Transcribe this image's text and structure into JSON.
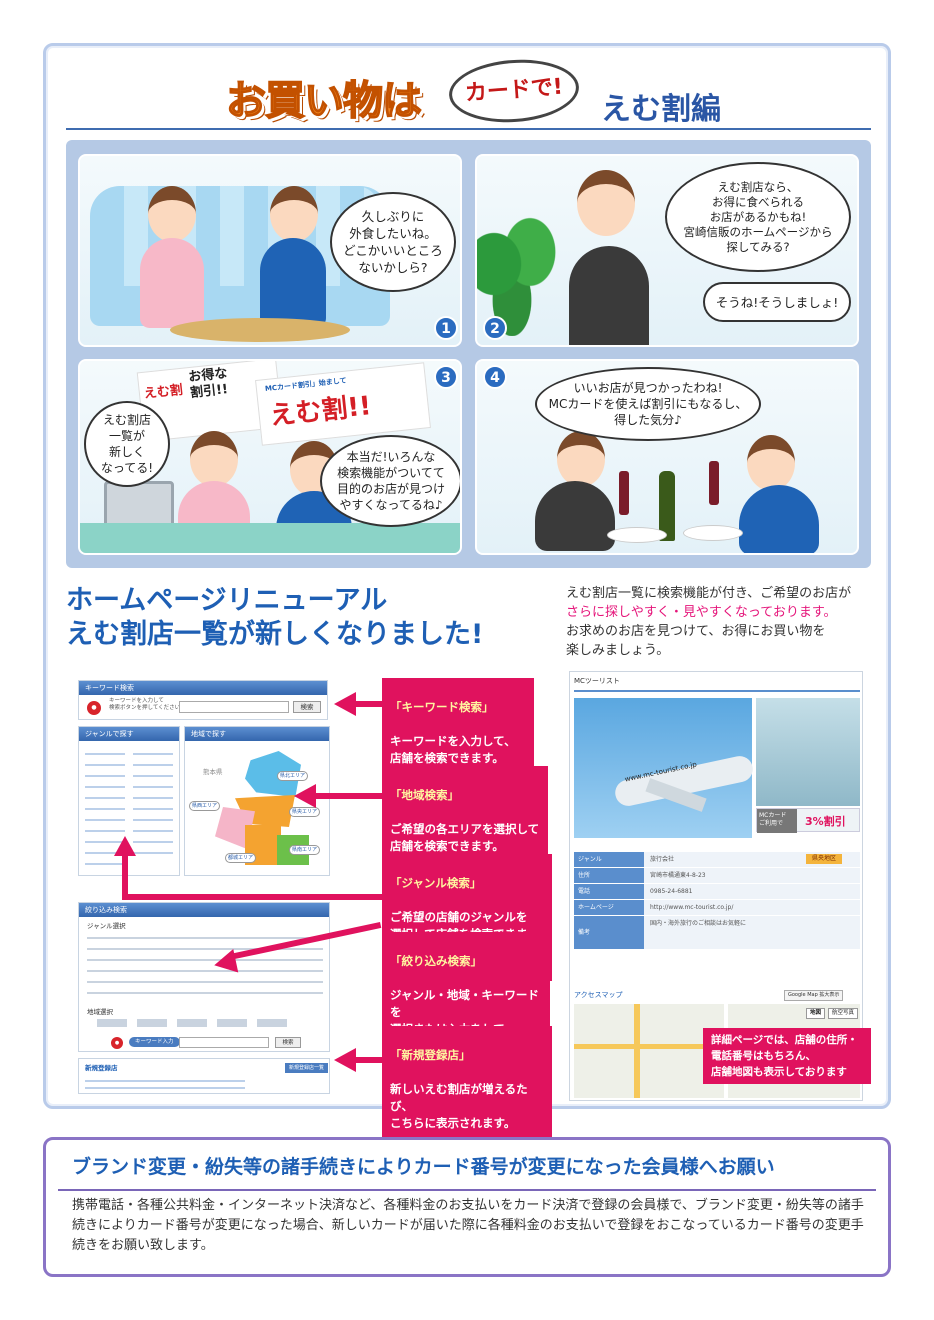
{
  "header": {
    "title_main": "お買い物は",
    "title_bubble": "カードで!",
    "title_sub": "えむ割編"
  },
  "comic": {
    "panel_numbers": [
      "1",
      "2",
      "3",
      "4"
    ],
    "bubbles": {
      "p1": "久しぶりに\n外食したいね。\nどこかいいところ\nないかしら?",
      "p2a": "えむ割店なら、\nお得に食べられる\nお店があるかもね!\n宮崎信販のホームページから\n探してみる?",
      "p2b": "そうね!そうしましょ!",
      "p3a": "えむ割店\n一覧が\n新しく\nなってる!",
      "p3b": "本当だ!いろんな\n検索機能がついてて\n目的のお店が見つけ\nやすくなってるね♪",
      "p4": "いいお店が見つかったわね!\nMCカードを使えば割引にもなるし、\n得した気分♪"
    },
    "poster": {
      "badge": "えむ割",
      "headline": "お得な\n割引!!",
      "caption": "MCカード割引」始まして",
      "main": "えむ割!!"
    }
  },
  "renewal": {
    "title_line1": "ホームページリニューアル",
    "title_line2": "えむ割店一覧が新しくなりました!",
    "desc_line1": "えむ割店一覧に検索機能が付き、ご希望のお店が",
    "desc_highlight": "さらに探しやすく・見やすくなっております。",
    "desc_line3": "お求めのお店を見つけて、お得にお買い物を",
    "desc_line4": "楽しみましょう。"
  },
  "screenshot": {
    "keyword_bar": "キーワード検索",
    "keyword_hint": "キーワードを入力して\n検索ボタンを押してください",
    "search_button": "検索",
    "genre_bar": "ジャンルで探す",
    "area_bar": "地域で探す",
    "filter_bar": "絞り込み検索",
    "genre_select_label": "ジャンル選択",
    "area_select_label": "地域選択",
    "keyword_input_label": "キーワード入力",
    "new_shop_bar": "新規登録店",
    "new_shop_button": "新規登録店一覧",
    "map_label_a": "県北エリア",
    "map_label_b": "県央エリア",
    "map_label_c": "県南エリア",
    "map_label_d": "県西エリア",
    "map_label_e": "都城エリア",
    "map_neighbor": "熊本県"
  },
  "callouts": {
    "keyword": {
      "head": "「キーワード検索」",
      "body": "キーワードを入力して、\n店舗を検索できます。"
    },
    "area": {
      "head": "「地域検索」",
      "body": "ご希望の各エリアを選択して\n店舗を検索できます。"
    },
    "genre": {
      "head": "「ジャンル検索」",
      "body": "ご希望の店舗のジャンルを\n選択して店舗を検索できます。"
    },
    "filter": {
      "head": "「絞り込み検索」",
      "body": "ジャンル・地域・キーワードを\n選択または入力をして\n絞り込んで店舗を検索できます。"
    },
    "newshop": {
      "head": "「新規登録店」",
      "body": "新しいえむ割店が増えるたび、\nこちらに表示されます。"
    },
    "detail": "詳細ページでは、店舗の住所・\n電話番号はもちろん、\n店舗地図も表示しております"
  },
  "detail": {
    "shop_name": "MCツーリスト",
    "plane_text": "www.mc-tourist.co.jp",
    "tag_mc": "MCカード\nご利用で",
    "discount": "3%割引",
    "rows": [
      {
        "k": "ジャンル",
        "v": "旅行会社"
      },
      {
        "k": "住所",
        "v": "宮崎市橘通東4-8-23"
      },
      {
        "k": "電話",
        "v": "0985-24-6881"
      },
      {
        "k": "ホームページ",
        "v": "http://www.mc-tourist.co.jp/"
      },
      {
        "k": "備考",
        "v": "国内・海外旅行のご相談はお気軽に"
      }
    ],
    "area_badge": "県央地区",
    "map_title": "アクセスマップ",
    "map_button": "Google Map 拡大表示",
    "map_mode_a": "地図",
    "map_mode_b": "航空写真"
  },
  "notice": {
    "title": "ブランド変更・紛失等の諸手続きによりカード番号が変更になった会員様へお願い",
    "body": "携帯電話・各種公共料金・インターネット決済など、各種料金のお支払いをカード決済で登録の会員様で、ブランド変更・紛失等の諸手続きによりカード番号が変更になった場合、新しいカードが届いた際に各種料金のお支払いで登録をおこなっているカード番号の変更手続きをお願い致します。"
  },
  "colors": {
    "accent_blue": "#1e5fb4",
    "callout_pink": "#e0125e",
    "title_orange": "#f0851e",
    "highlight_pink": "#e5157a"
  }
}
